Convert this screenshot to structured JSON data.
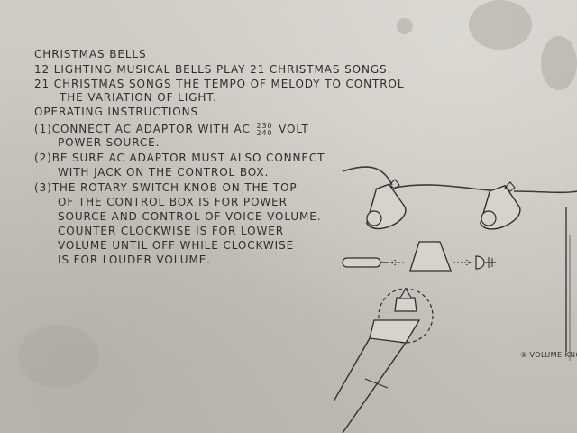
{
  "instructions": {
    "title": "CHRISTMAS BELLS",
    "intro_line1": "12 LIGHTING MUSICAL BELLS PLAY 21 CHRISTMAS SONGS.",
    "intro_line2": "21 CHRISTMAS SONGS THE TEMPO OF MELODY TO CONTROL",
    "intro_line3": "THE VARIATION OF LIGHT.",
    "operating_heading": "OPERATING INSTRUCTIONS",
    "step1_line1_prefix": "(1)CONNECT AC ADAPTOR WITH AC",
    "step1_voltage_top": "230",
    "step1_voltage_bottom": "240",
    "step1_line1_suffix": "VOLT",
    "step1_line2": "POWER SOURCE.",
    "step2_line1": "(2)BE SURE AC ADAPTOR MUST ALSO CONNECT",
    "step2_line2": "WITH JACK ON THE CONTROL BOX.",
    "step3_line1": "(3)THE ROTARY SWITCH KNOB ON THE TOP",
    "step3_line2": "OF THE CONTROL BOX IS FOR POWER",
    "step3_line3": "SOURCE AND CONTROL OF VOICE VOLUME.",
    "step3_line4": "COUNTER CLOCKWISE IS FOR LOWER",
    "step3_line5": "VOLUME UNTIL OFF WHILE CLOCKWISE",
    "step3_line6": "IS FOR LOUDER VOLUME."
  },
  "diagram": {
    "callout_label": "③ VOLUME KNO"
  },
  "colors": {
    "box_background": "#c9c6c0",
    "print_ink": "#2e2e2e"
  }
}
